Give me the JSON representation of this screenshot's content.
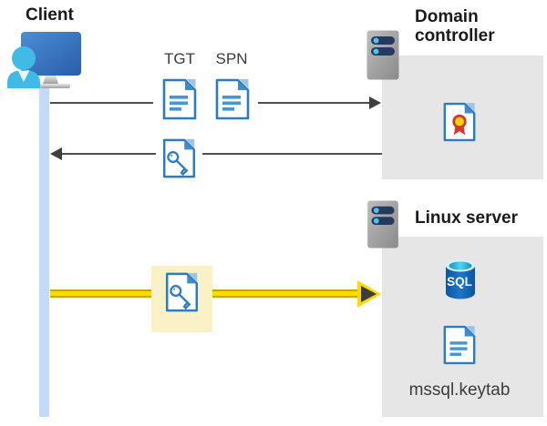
{
  "diagram": {
    "client": {
      "label": "Client"
    },
    "domain_controller": {
      "label": "Domain controller"
    },
    "linux_server": {
      "label": "Linux server"
    },
    "tickets": {
      "tgt_label": "TGT",
      "spn_label": "SPN"
    },
    "sql_database": {
      "label": "SQL"
    },
    "keytab_file": {
      "label": "mssql.keytab"
    }
  },
  "colors": {
    "accent_blue": "#2b7cc2",
    "fold_blue": "#3e8bcd",
    "fold_light_blue": "#9dc3e8",
    "doc_line_blue": "#4a94d2",
    "server_bar_navy": "#243a5e",
    "server_dot_cyan": "#4fc3e9",
    "person_cyan": "#41bbe5",
    "monitor_blue_top": "#4a8ed6",
    "monitor_blue_bottom": "#2b5da8",
    "lifeline_blue": "#c2dcf7",
    "zone_gray": "#e6e6e6",
    "highlight_yellow": "#faf1c6",
    "arrow_gray": "#4f4f4f",
    "arrow_yellow": "#ffd903",
    "arrow_gold": "#c9a306",
    "cert_red": "#d4382c",
    "cert_yellow": "#ffd10a",
    "sql_body_blue": "#1268b3",
    "sql_top_cyan": "#35c6e8",
    "text_dark": "#1a1a1a",
    "text_gray": "#3c3c3c"
  }
}
